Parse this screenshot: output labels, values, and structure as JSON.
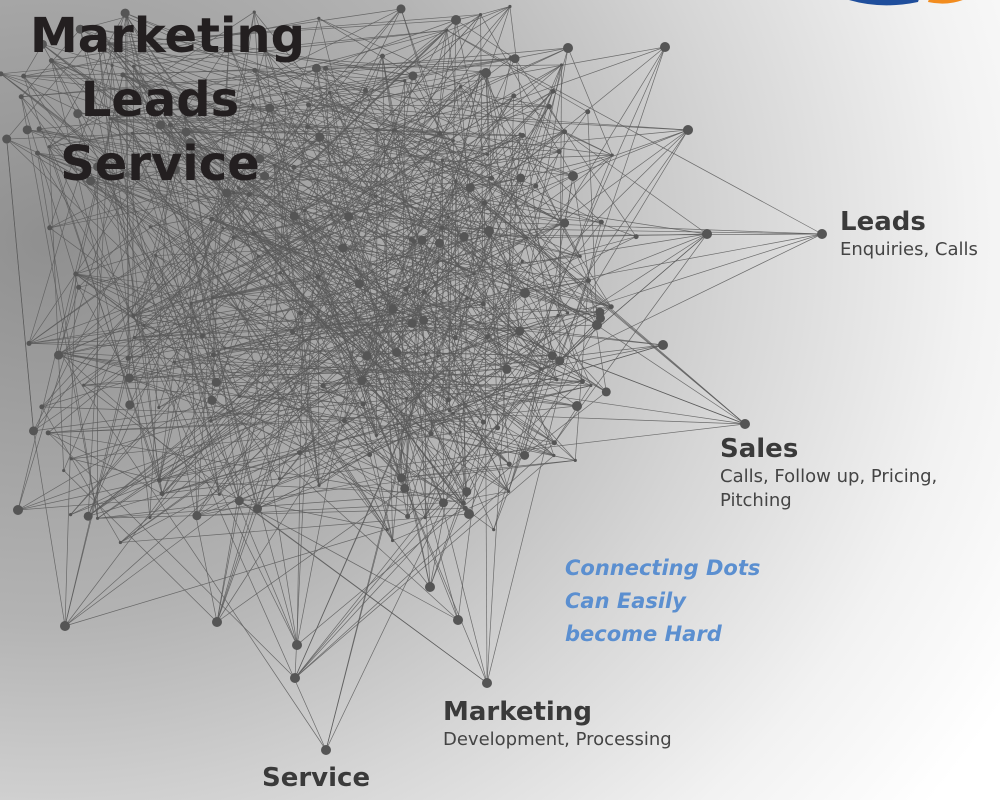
{
  "title": [
    "Marketing",
    "Leads",
    "Service"
  ],
  "nodes": {
    "leads": {
      "head": "Leads",
      "sub": "Enquiries, Calls"
    },
    "sales": {
      "head": "Sales",
      "sub1": "Calls, Follow up, Pricing,",
      "sub2": "Pitching"
    },
    "marketing": {
      "head": "Marketing",
      "sub": "Development, Processing"
    },
    "service": {
      "head": "Service"
    }
  },
  "callout": [
    "Connecting Dots",
    "Can Easily",
    "become Hard"
  ],
  "colors": {
    "node": "#555555",
    "line": "#5a5a5a",
    "callout": "#5b8fd0",
    "logo_blue": "#1f4e9c",
    "logo_orange": "#f28c1f"
  }
}
